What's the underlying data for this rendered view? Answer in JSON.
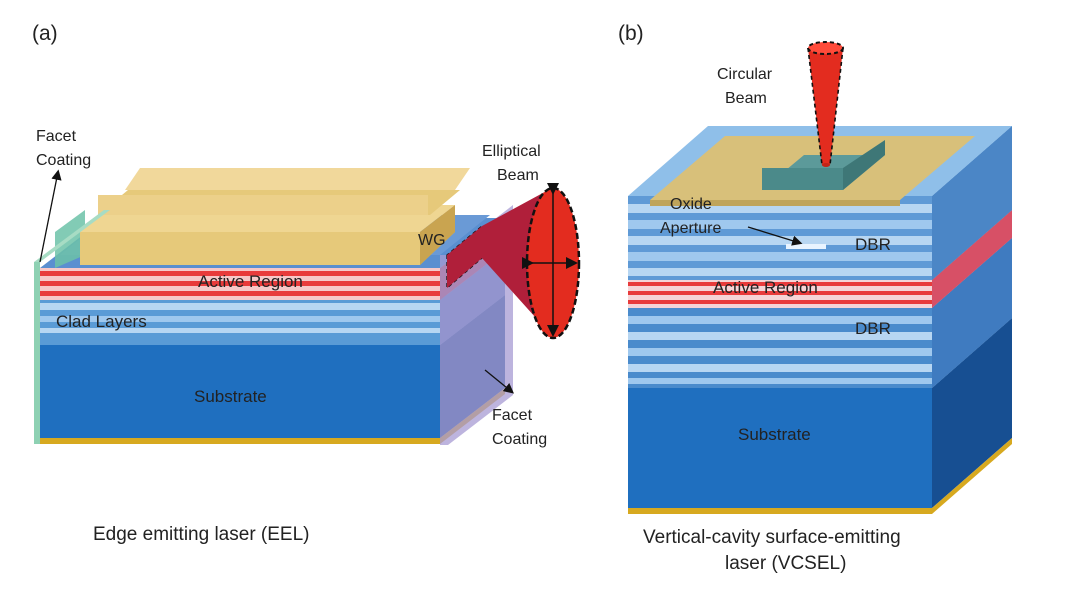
{
  "panel_a": {
    "tag": "(a)",
    "facet_coating_top": [
      "Facet",
      "Coating"
    ],
    "elliptical_beam": [
      "Elliptical",
      "Beam"
    ],
    "wg": "WG",
    "active_region": "Active Region",
    "clad_layers": "Clad Layers",
    "substrate": "Substrate",
    "facet_coating_bottom": [
      "Facet",
      "Coating"
    ],
    "caption": "Edge emitting laser (EEL)"
  },
  "panel_b": {
    "tag": "(b)",
    "circular_beam": [
      "Circular",
      "Beam"
    ],
    "oxide_aperture": [
      "Oxide",
      "Aperture"
    ],
    "dbr_top": "DBR",
    "active_region": "Active Region",
    "dbr_bottom": "DBR",
    "substrate": "Substrate",
    "caption": [
      "Vertical-cavity surface-emitting",
      "laser (VCSEL)"
    ]
  },
  "colors": {
    "substrate": "#1f6fbf",
    "active_red": "#e83b3b",
    "contact_gold": "#e6c97a",
    "beam_red": "#e32c1f",
    "facet_green": "#8ed1b3",
    "facet_purple": "#a79bd3"
  }
}
